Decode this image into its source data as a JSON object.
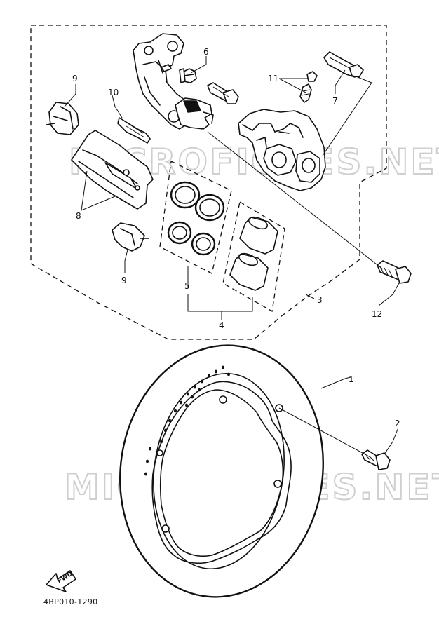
{
  "diagram": {
    "watermark": "MICROFICHES.NET",
    "drawing_code": "4BP010-1290",
    "direction_label": "FWD",
    "callouts": [
      {
        "id": "c1",
        "label": "1"
      },
      {
        "id": "c2",
        "label": "2"
      },
      {
        "id": "c3",
        "label": "3"
      },
      {
        "id": "c4",
        "label": "4"
      },
      {
        "id": "c5",
        "label": "5"
      },
      {
        "id": "c6",
        "label": "6"
      },
      {
        "id": "c7",
        "label": "7"
      },
      {
        "id": "c8",
        "label": "8"
      },
      {
        "id": "c9a",
        "label": "9"
      },
      {
        "id": "c9b",
        "label": "9"
      },
      {
        "id": "c10",
        "label": "10"
      },
      {
        "id": "c11",
        "label": "11"
      },
      {
        "id": "c12",
        "label": "12"
      }
    ]
  }
}
